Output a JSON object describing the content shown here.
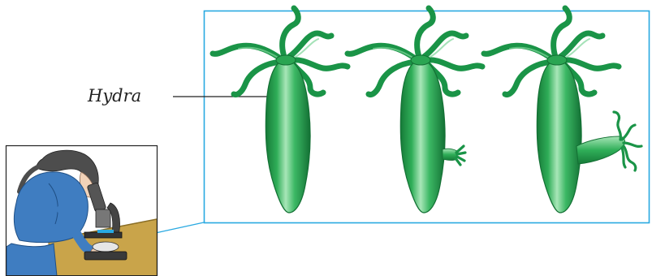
{
  "labels": {
    "hydra": "Hydra"
  },
  "panel": {
    "border_color": "#29a9e1"
  },
  "hydra": {
    "body_color": "#2aa552",
    "dark_color": "#167a38",
    "highlight_color": "#a8e6b8",
    "stages": [
      "mature",
      "bud-forming",
      "bud-growing"
    ]
  },
  "inset": {
    "icon": "student-microscope-icon"
  }
}
